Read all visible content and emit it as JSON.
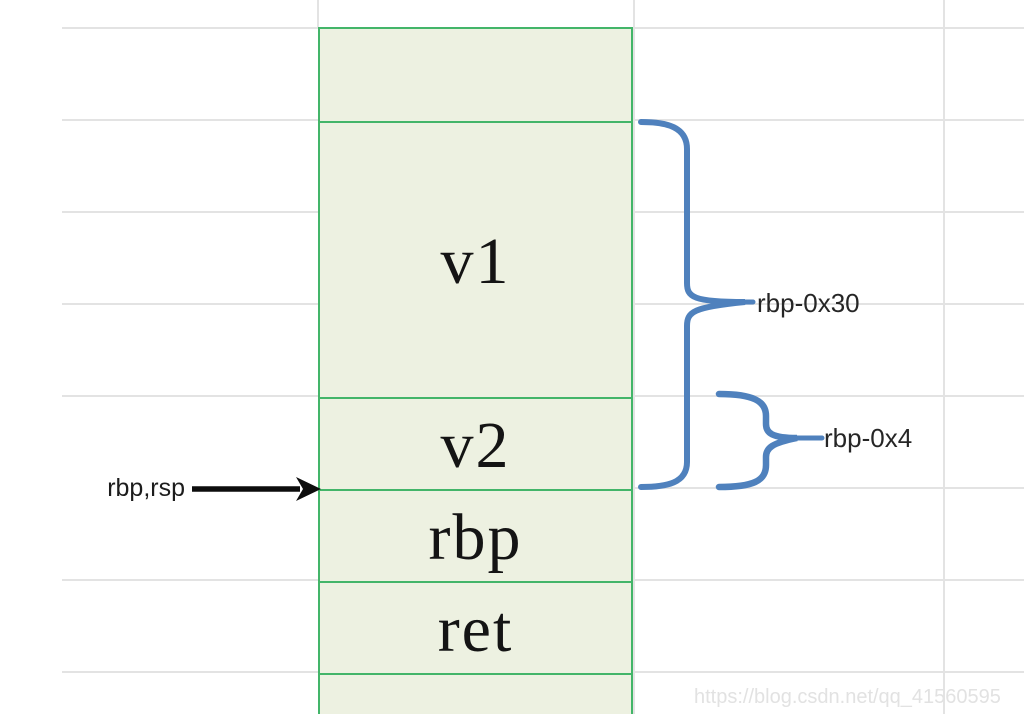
{
  "diagram": {
    "description": "stack memory layout diagram on spreadsheet grid",
    "stack": {
      "cells": [
        {
          "label": ""
        },
        {
          "label": "v1"
        },
        {
          "label": "v2"
        },
        {
          "label": "rbp"
        },
        {
          "label": "ret"
        },
        {
          "label": ""
        }
      ]
    },
    "pointer": {
      "label": "rbp,rsp"
    },
    "annotations": {
      "outer_brace_label": "rbp-0x30",
      "inner_brace_label": "rbp-0x4"
    },
    "watermark": "https://blog.csdn.net/qq_41560595",
    "colors": {
      "cell_fill": "#edf1e1",
      "cell_border_green": "#43b569",
      "brace_blue": "#4f81bd",
      "grid_gray": "#e3e3e3",
      "arrow_black": "#0d0d0d",
      "label_text": "#262626",
      "watermark_gray": "#e2e2e2"
    }
  }
}
